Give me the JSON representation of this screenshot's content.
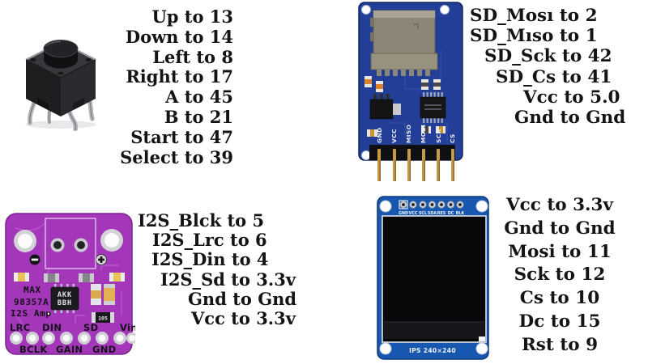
{
  "colors": {
    "background": "#ffffff",
    "text": "#141414",
    "sd_pcb_blue": "#223e96",
    "display_pcb_blue": "#1757af",
    "i2s_pcb_purple": "#a336b9",
    "pin_gold": "#c49a45"
  },
  "button": {
    "connections": [
      "Up to 13",
      "Down to 14",
      "Left to 8",
      "Right to 17",
      "A to 45",
      "B to 21",
      "Start to 47",
      "Select to 39"
    ]
  },
  "sd": {
    "pins": [
      "GND",
      "VCC",
      "MISO",
      "MOSI",
      "SCK",
      "CS"
    ],
    "connections": [
      "SD_Mosı to 2",
      "SD_Mıso to 1",
      "SD_Sck to 42",
      "SD_Cs to 41",
      "Vcc to 5.0",
      "Gnd to Gnd"
    ]
  },
  "i2s": {
    "silkscreen": [
      "MAX",
      "98357A",
      "I2S Amp"
    ],
    "chip": [
      "AKK",
      "BBH"
    ],
    "resistor": "105",
    "pins_upper": [
      "LRC",
      "DIN",
      "SD",
      "Vin"
    ],
    "pins_lower": [
      "BCLK",
      "GAIN",
      "GND"
    ],
    "connections": [
      "I2S_Blck to 5",
      "I2S_Lrc to 6",
      "I2S_Din to 4",
      "I2S_Sd to 3.3v",
      "Gnd to Gnd",
      "Vcc to 3.3v"
    ]
  },
  "display": {
    "pins": [
      "GND",
      "VCC",
      "SCL",
      "SDA",
      "RES",
      "DC",
      "BLK"
    ],
    "screen_label": "IPS 240×240",
    "connections": [
      "Vcc to 3.3v",
      "Gnd to Gnd",
      "Mosi to 11",
      "Sck to 12",
      "Cs to 10",
      "Dc to 15",
      "Rst to 9"
    ]
  }
}
